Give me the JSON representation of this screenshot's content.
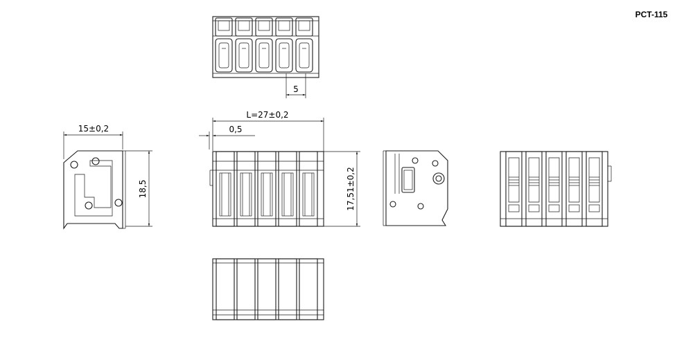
{
  "part_number": "PCT-115",
  "dimensions": {
    "pitch": "5",
    "length": "L=27±0,2",
    "offset": "0,5",
    "width": "15±0,2",
    "height_left": "18,5",
    "height_front": "17,51±0,2"
  },
  "pole_count": 5
}
